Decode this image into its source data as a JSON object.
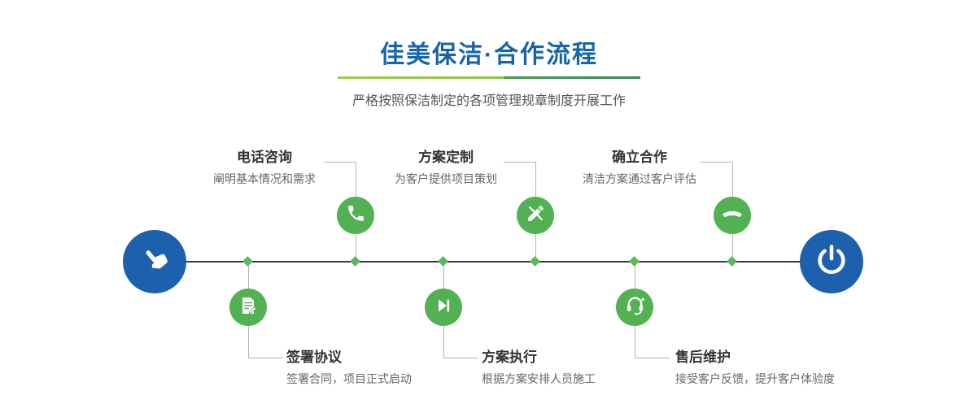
{
  "header": {
    "title": "佳美保洁·合作流程",
    "subtitle": "严格按照保洁制定的各项管理规章制度开展工作"
  },
  "process": {
    "start": {
      "icon": "hand-pointer-icon"
    },
    "end": {
      "icon": "power-icon"
    },
    "top_steps": [
      {
        "title": "电话咨询",
        "desc": "阐明基本情况和需求",
        "icon": "phone-icon"
      },
      {
        "title": "方案定制",
        "desc": "为客户提供项目策划",
        "icon": "design-tools-icon"
      },
      {
        "title": "确立合作",
        "desc": "清洁方案通过客户评估",
        "icon": "handshake-icon"
      }
    ],
    "bottom_steps": [
      {
        "title": "签署协议",
        "desc": "签署合同，项目正式启动",
        "icon": "contract-icon"
      },
      {
        "title": "方案执行",
        "desc": "根据方案安排人员施工",
        "icon": "play-icon"
      },
      {
        "title": "售后维护",
        "desc": "接受客户反馈，提升客户体验度",
        "icon": "headset-icon"
      }
    ],
    "colors": {
      "node_blue": "#1d61ae",
      "node_green": "#52b153",
      "title_blue": "#1566a9",
      "divider_green": "#8cc63f",
      "timeline_line": "#3a3a3a",
      "diamond_green": "#5cb85c"
    }
  }
}
